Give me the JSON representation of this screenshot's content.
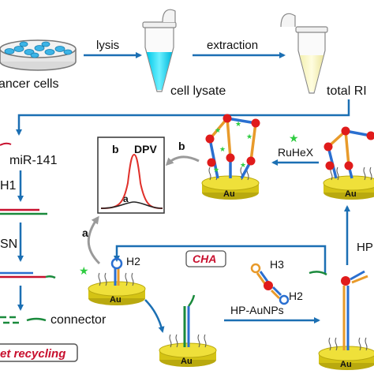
{
  "labels": {
    "cancer_cells": "ancer cells",
    "lysis": "lysis",
    "extraction": "extraction",
    "cell_lysate": "cell lysate",
    "total_rna": "total RI",
    "mir141": "miR-141",
    "h1": "H1",
    "sn": "SN",
    "connector": "connector",
    "recycling": "et recycling",
    "dpv": "DPV",
    "peak_b": "b",
    "peak_a": "a",
    "arrow_b": "b",
    "arrow_a": "a",
    "ruhex": "RuHeX",
    "cha": "CHA",
    "h2_left": "H2",
    "h3": "H3",
    "h2_right": "H2",
    "hp_aunps": "HP-AuNPs",
    "hp_edge": "HP",
    "au": "Au"
  },
  "colors": {
    "arrow_blue": "#1b6fb3",
    "gold": "#e8d417",
    "cyan": "#00d8f0",
    "strand_green": "#1a8a3c",
    "strand_blue": "#2a6fd0",
    "strand_orange": "#e89a2a",
    "strand_red": "#c8102e",
    "node_red": "#e01b1b",
    "star_green": "#2ecc40"
  },
  "icons": [
    "petri-dish-icon",
    "tube-icon",
    "electrode-icon",
    "nanoparticle-icon",
    "star-icon"
  ]
}
